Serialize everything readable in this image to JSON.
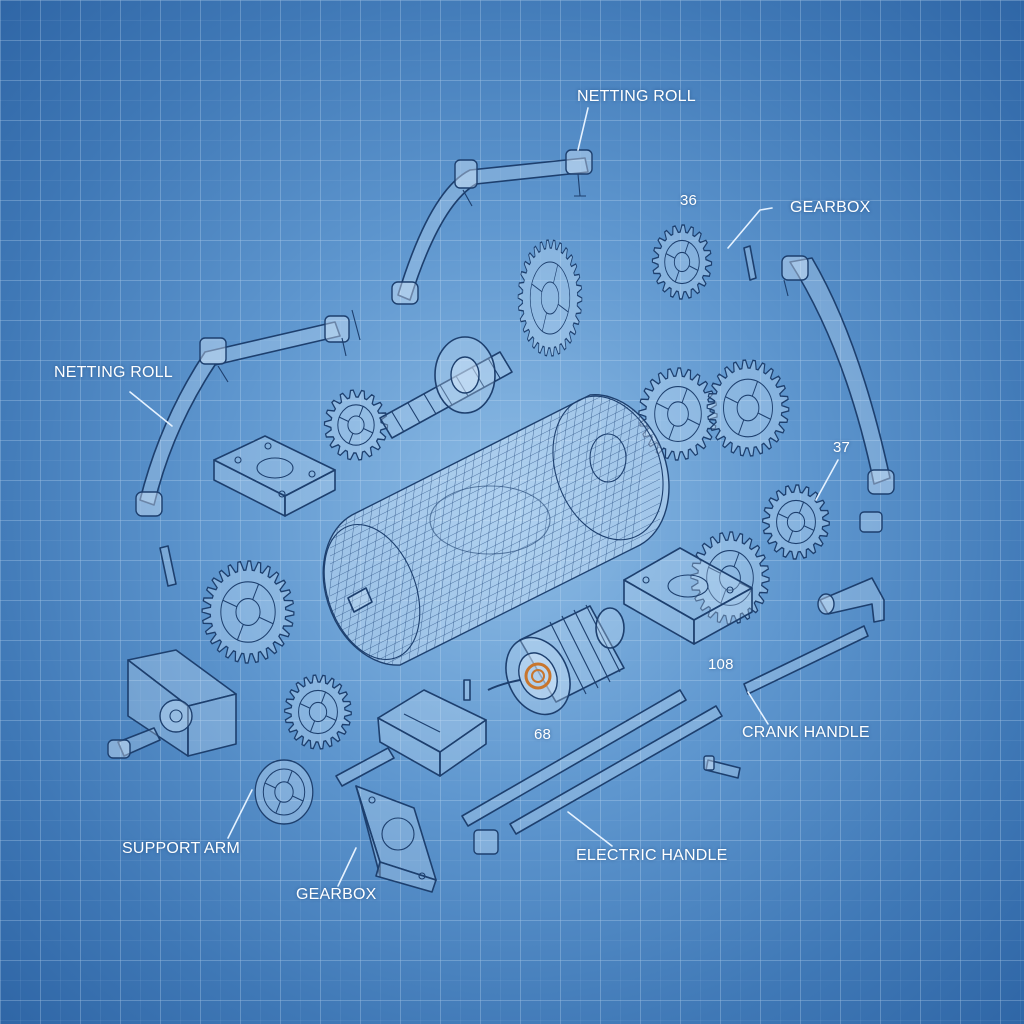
{
  "labels": {
    "netting_roll_top": "NETTING ROLL",
    "netting_roll_left": "NETTING ROLL",
    "gearbox_top": "GEARBOX",
    "gearbox_bottom": "GEARBOX",
    "crank_handle": "CRANK HANDLE",
    "support_arm": "SUPPORT ARM",
    "electric_handle": "ELECTRIC HANDLE"
  },
  "part_numbers": {
    "n36": "36",
    "n37": "37",
    "n108": "108",
    "n68": "68"
  },
  "colors": {
    "background_center": "#8fbde6",
    "background_edge": "#2f66a6",
    "grid": "#bcd8f2",
    "line_art": "#1d3f6e",
    "label_text": "#ffffff",
    "motor_coil": "#c8762e"
  },
  "icons": [
    "gear-icon",
    "netting-roll-icon",
    "motor-icon",
    "support-arm-icon",
    "crank-handle-icon",
    "shaft-icon",
    "bracket-icon"
  ]
}
